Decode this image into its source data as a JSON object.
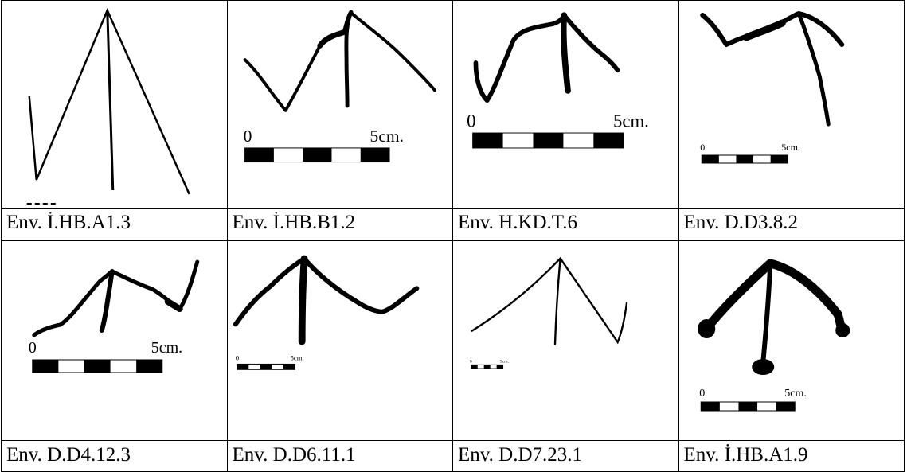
{
  "figures": [
    {
      "caption": "Env. İ.HB.A1.3",
      "scale_start": "",
      "scale_end": ""
    },
    {
      "caption": "Env. İ.HB.B1.2",
      "scale_start": "0",
      "scale_end": "5cm."
    },
    {
      "caption": "Env. H.KD.T.6",
      "scale_start": "0",
      "scale_end": "5cm."
    },
    {
      "caption": "Env. D.D3.8.2",
      "scale_start": "0",
      "scale_end": "5cm."
    },
    {
      "caption": "Env. D.D4.12.3",
      "scale_start": "0",
      "scale_end": "5cm."
    },
    {
      "caption": "Env. D.D6.11.1",
      "scale_start": "0",
      "scale_end": "5cm."
    },
    {
      "caption": "Env. D.D7.23.1",
      "scale_start": "0",
      "scale_end": "5cm."
    },
    {
      "caption": "Env. İ.HB.A1.9",
      "scale_start": "0",
      "scale_end": "5cm."
    }
  ]
}
